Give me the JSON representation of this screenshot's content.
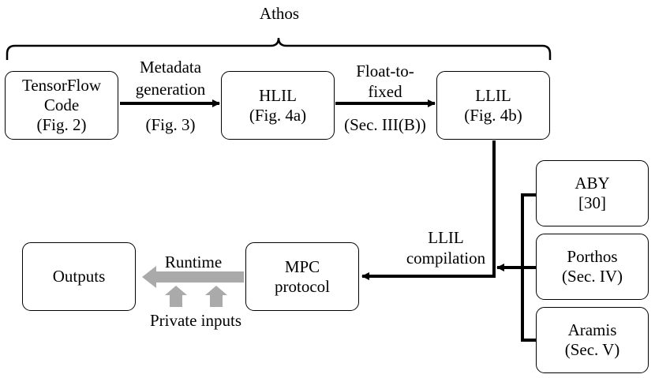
{
  "brace_label": "Athos",
  "nodes": {
    "tensorflow": [
      "TensorFlow",
      "Code",
      "(Fig. 2)"
    ],
    "hlil": [
      "HLIL",
      "(Fig. 4a)"
    ],
    "llil": [
      "LLIL",
      "(Fig. 4b)"
    ],
    "mpc": [
      "MPC",
      "protocol"
    ],
    "outputs": [
      "Outputs"
    ],
    "aby": [
      "ABY",
      "[30]"
    ],
    "porthos": [
      "Porthos",
      "(Sec. IV)"
    ],
    "aramis": [
      "Aramis",
      "(Sec. V)"
    ]
  },
  "edges": {
    "metadata": [
      "Metadata",
      "generation",
      "(Fig. 3)"
    ],
    "float_to_fixed": [
      "Float-to-",
      "fixed",
      "(Sec. III(B))"
    ],
    "llil_compilation": [
      "LLIL",
      "compilation"
    ],
    "runtime": "Runtime",
    "private_inputs": "Private inputs"
  },
  "colors": {
    "line": "#000000",
    "runtime_arrow": "#aaaaaa"
  }
}
